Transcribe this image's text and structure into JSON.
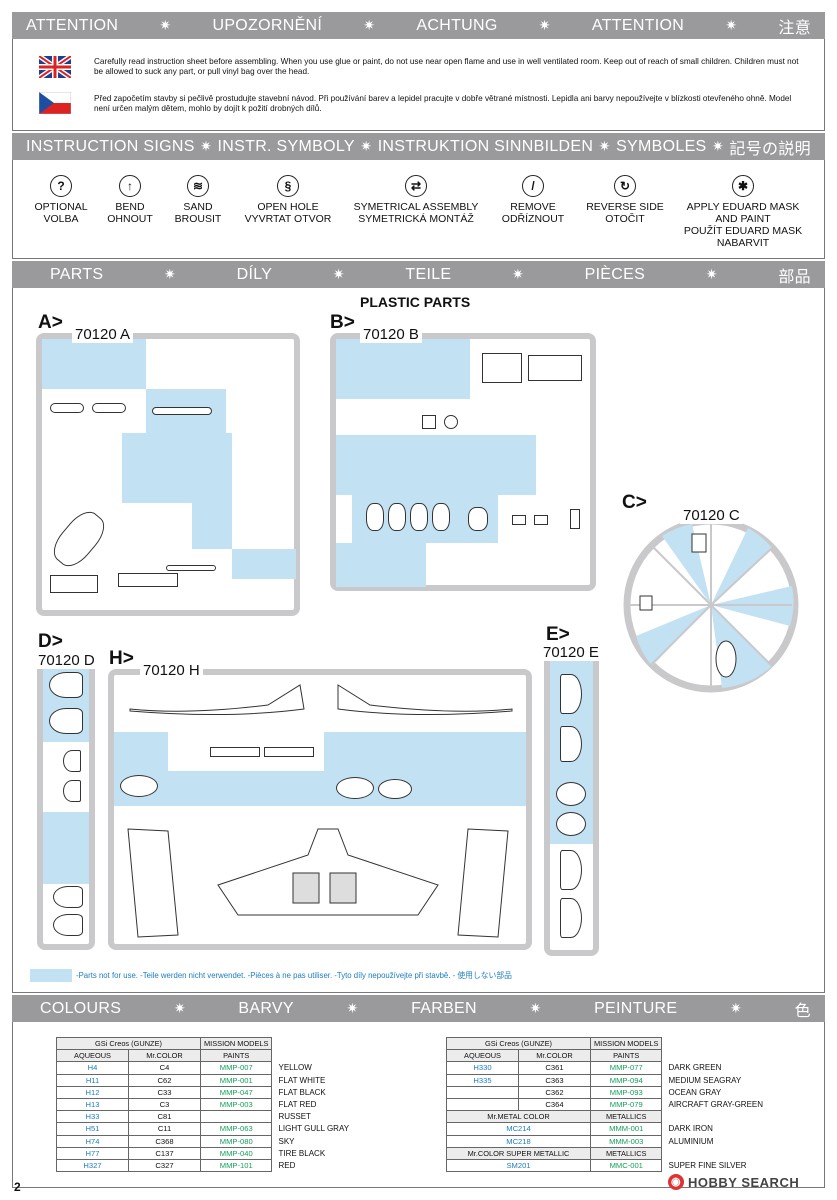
{
  "attention": {
    "band": [
      "ATTENTION",
      "UPOZORNĚNÍ",
      "ACHTUNG",
      "ATTENTION",
      "注意"
    ],
    "en_text": "Carefully read instruction sheet before assembling. When you use glue or paint, do not use near open flame and use in well ventilated room. Keep out of reach of small children. Children must not be allowed to suck any part, or pull vinyl bag over the head.",
    "cz_text": "Před započetím stavby si pečlivě prostudujte stavební návod. Při používání barev a lepidel pracujte v dobře větrané místnosti. Lepidla ani barvy nepoužívejte v blízkosti otevřeného ohně. Model není určen malým dětem, mohlo by dojít k požití drobných dílů."
  },
  "signs": {
    "band": [
      "INSTRUCTION SIGNS",
      "INSTR. SYMBOLY",
      "INSTRUKTION SINNBILDEN",
      "SYMBOLES",
      "記号の説明"
    ],
    "items": [
      {
        "icon": "question-icon",
        "glyph": "?",
        "l1": "OPTIONAL",
        "l2": "VOLBA"
      },
      {
        "icon": "bend-icon",
        "glyph": "↑",
        "l1": "BEND",
        "l2": "OHNOUT"
      },
      {
        "icon": "sand-icon",
        "glyph": "≋",
        "l1": "SAND",
        "l2": "BROUSIT"
      },
      {
        "icon": "drill-icon",
        "glyph": "§",
        "l1": "OPEN HOLE",
        "l2": "VYVRTAT OTVOR"
      },
      {
        "icon": "symmetric-icon",
        "glyph": "⇄",
        "l1": "SYMETRICAL ASSEMBLY",
        "l2": "SYMETRICKÁ MONTÁŽ"
      },
      {
        "icon": "remove-icon",
        "glyph": "/",
        "l1": "REMOVE",
        "l2": "ODŘÍZNOUT"
      },
      {
        "icon": "reverse-icon",
        "glyph": "↻",
        "l1": "REVERSE SIDE",
        "l2": "OTOČIT"
      },
      {
        "icon": "mask-icon",
        "glyph": "✱",
        "l1": "APPLY EDUARD MASK",
        "l2": "AND PAINT",
        "l3": "POUŽÍT EDUARD MASK",
        "l4": "NABARVIT"
      }
    ]
  },
  "parts": {
    "band": [
      "PARTS",
      "DÍLY",
      "TEILE",
      "PIÈCES",
      "部品"
    ],
    "plastic_title": "PLASTIC PARTS",
    "sprues": {
      "A": {
        "letter": "A>",
        "code": "70120 A"
      },
      "B": {
        "letter": "B>",
        "code": "70120 B"
      },
      "C": {
        "letter": "C>",
        "code": "70120 C"
      },
      "D": {
        "letter": "D>",
        "code": "70120 D"
      },
      "H": {
        "letter": "H>",
        "code": "70120 H"
      },
      "E": {
        "letter": "E>",
        "code": "70120 E"
      }
    },
    "legend": "-Parts not for use. -Teile werden nicht verwendet. -Pièces à ne pas utiliser. -Tyto díly nepoužívejte při stavbě. -    使用しない部品"
  },
  "colours": {
    "band": [
      "COLOURS",
      "BARVY",
      "FARBEN",
      "PEINTURE",
      "色"
    ],
    "left_head": {
      "gsi": "GSi Creos (GUNZE)",
      "mission": "MISSION MODELS",
      "aqueous": "AQUEOUS",
      "mrcolor": "Mr.COLOR",
      "paints": "PAINTS"
    },
    "left_rows": [
      {
        "h": "H4",
        "c": "C4",
        "m": "MMP-007",
        "n": "YELLOW"
      },
      {
        "h": "H11",
        "c": "C62",
        "m": "MMP-001",
        "n": "FLAT WHITE"
      },
      {
        "h": "H12",
        "c": "C33",
        "m": "MMP-047",
        "n": "FLAT BLACK"
      },
      {
        "h": "H13",
        "c": "C3",
        "m": "MMP-003",
        "n": "FLAT RED"
      },
      {
        "h": "H33",
        "c": "C81",
        "m": "",
        "n": "RUSSET"
      },
      {
        "h": "H51",
        "c": "C11",
        "m": "MMP-063",
        "n": "LIGHT GULL GRAY"
      },
      {
        "h": "H74",
        "c": "C368",
        "m": "MMP-080",
        "n": "SKY"
      },
      {
        "h": "H77",
        "c": "C137",
        "m": "MMP-040",
        "n": "TIRE BLACK"
      },
      {
        "h": "H327",
        "c": "C327",
        "m": "MMP-101",
        "n": "RED"
      }
    ],
    "right_rows": [
      {
        "h": "H330",
        "c": "C361",
        "m": "MMP-077",
        "n": "DARK GREEN"
      },
      {
        "h": "H335",
        "c": "C363",
        "m": "MMP-094",
        "n": "MEDIUM SEAGRAY"
      },
      {
        "h": "",
        "c": "C362",
        "m": "MMP-093",
        "n": "OCEAN GRAY"
      },
      {
        "h": "",
        "c": "C364",
        "m": "MMP-079",
        "n": "AIRCRAFT GRAY-GREEN"
      }
    ],
    "metal_head": {
      "a": "Mr.METAL COLOR",
      "b": "METALLICS"
    },
    "metal_rows": [
      {
        "a": "MC214",
        "m": "MMM-001",
        "n": "DARK IRON"
      },
      {
        "a": "MC218",
        "m": "MMM-003",
        "n": "ALUMINIUM"
      }
    ],
    "super_head": {
      "a": "Mr.COLOR SUPER METALLIC",
      "b": "METALLICS"
    },
    "super_rows": [
      {
        "a": "SM201",
        "m": "MMC-001",
        "n": "SUPER FINE SILVER"
      }
    ]
  },
  "footer": {
    "page": "2",
    "watermark": "HOBBY SEARCH"
  }
}
